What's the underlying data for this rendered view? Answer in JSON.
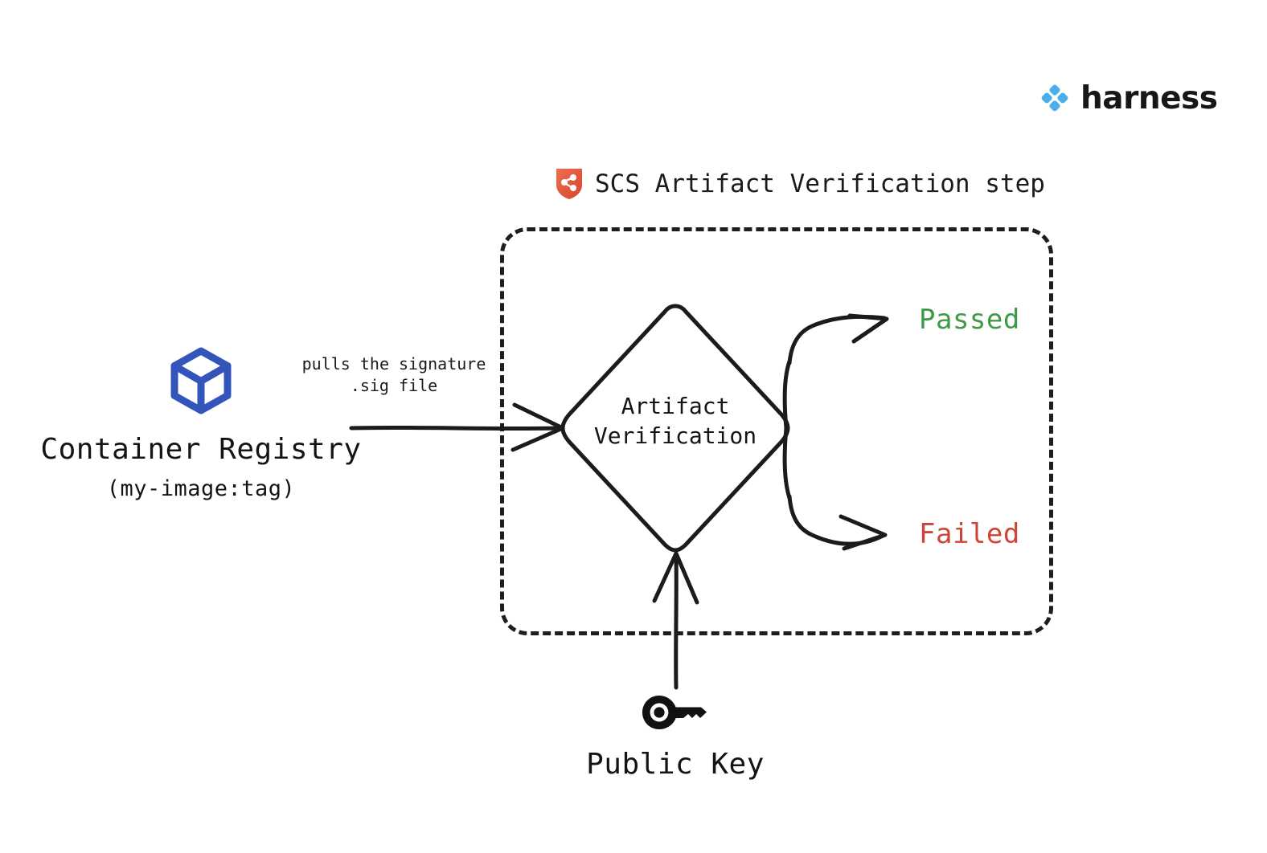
{
  "brand": {
    "name": "harness",
    "logo_icon": "harness-diamond-logo",
    "logo_color": "#4aaee8"
  },
  "step": {
    "icon": "scs-shield-icon",
    "icon_color": "#e0563f",
    "title": "SCS Artifact Verification step"
  },
  "nodes": {
    "registry": {
      "icon": "container-cube-icon",
      "icon_color": "#3355bb",
      "title": "Container Registry",
      "subtitle": "(my-image:tag)"
    },
    "decision": {
      "shape": "diamond",
      "line1": "Artifact",
      "line2": "Verification"
    },
    "public_key": {
      "icon": "key-icon",
      "icon_color": "#111111",
      "title": "Public Key"
    }
  },
  "edges": {
    "pull_signature": {
      "label_line1": "pulls the signature",
      "label_line2": ".sig file"
    }
  },
  "outcomes": [
    {
      "label": "Passed",
      "color": "#3f9a48"
    },
    {
      "label": "Failed",
      "color": "#cf4436"
    }
  ],
  "colors": {
    "stroke": "#1b1b1b",
    "background": "#ffffff",
    "passed": "#3f9a48",
    "failed": "#cf4436",
    "brand_blue": "#4aaee8",
    "registry_blue": "#3355bb",
    "shield_red": "#e0563f"
  }
}
